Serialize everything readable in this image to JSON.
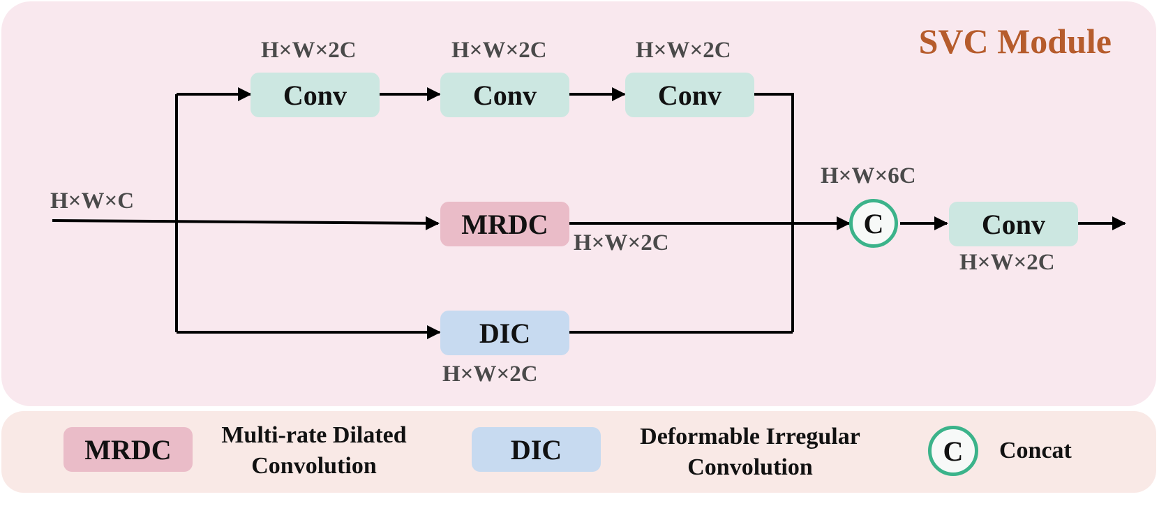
{
  "title": "SVC Module",
  "blocks": {
    "conv1": "Conv",
    "conv2": "Conv",
    "conv3": "Conv",
    "mrdc": "MRDC",
    "dic": "DIC",
    "concat": "C",
    "conv_out": "Conv"
  },
  "dims": {
    "input": "H×W×C",
    "conv1": "H×W×2C",
    "conv2": "H×W×2C",
    "conv3": "H×W×2C",
    "mrdc": "H×W×2C",
    "dic": "H×W×2C",
    "concat": "H×W×6C",
    "conv_out": "H×W×2C"
  },
  "legend": {
    "mrdc_box": "MRDC",
    "mrdc_line1": "Multi-rate Dilated",
    "mrdc_line2": "Convolution",
    "dic_box": "DIC",
    "dic_line1": "Deformable Irregular",
    "dic_line2": "Convolution",
    "concat_symbol": "C",
    "concat_label": "Concat"
  },
  "colors": {
    "conv": "#cce7e1",
    "mrdc": "#eabcc8",
    "dic": "#c7daf0",
    "concat_ring": "#3bb38a",
    "title": "#b65c2c"
  }
}
